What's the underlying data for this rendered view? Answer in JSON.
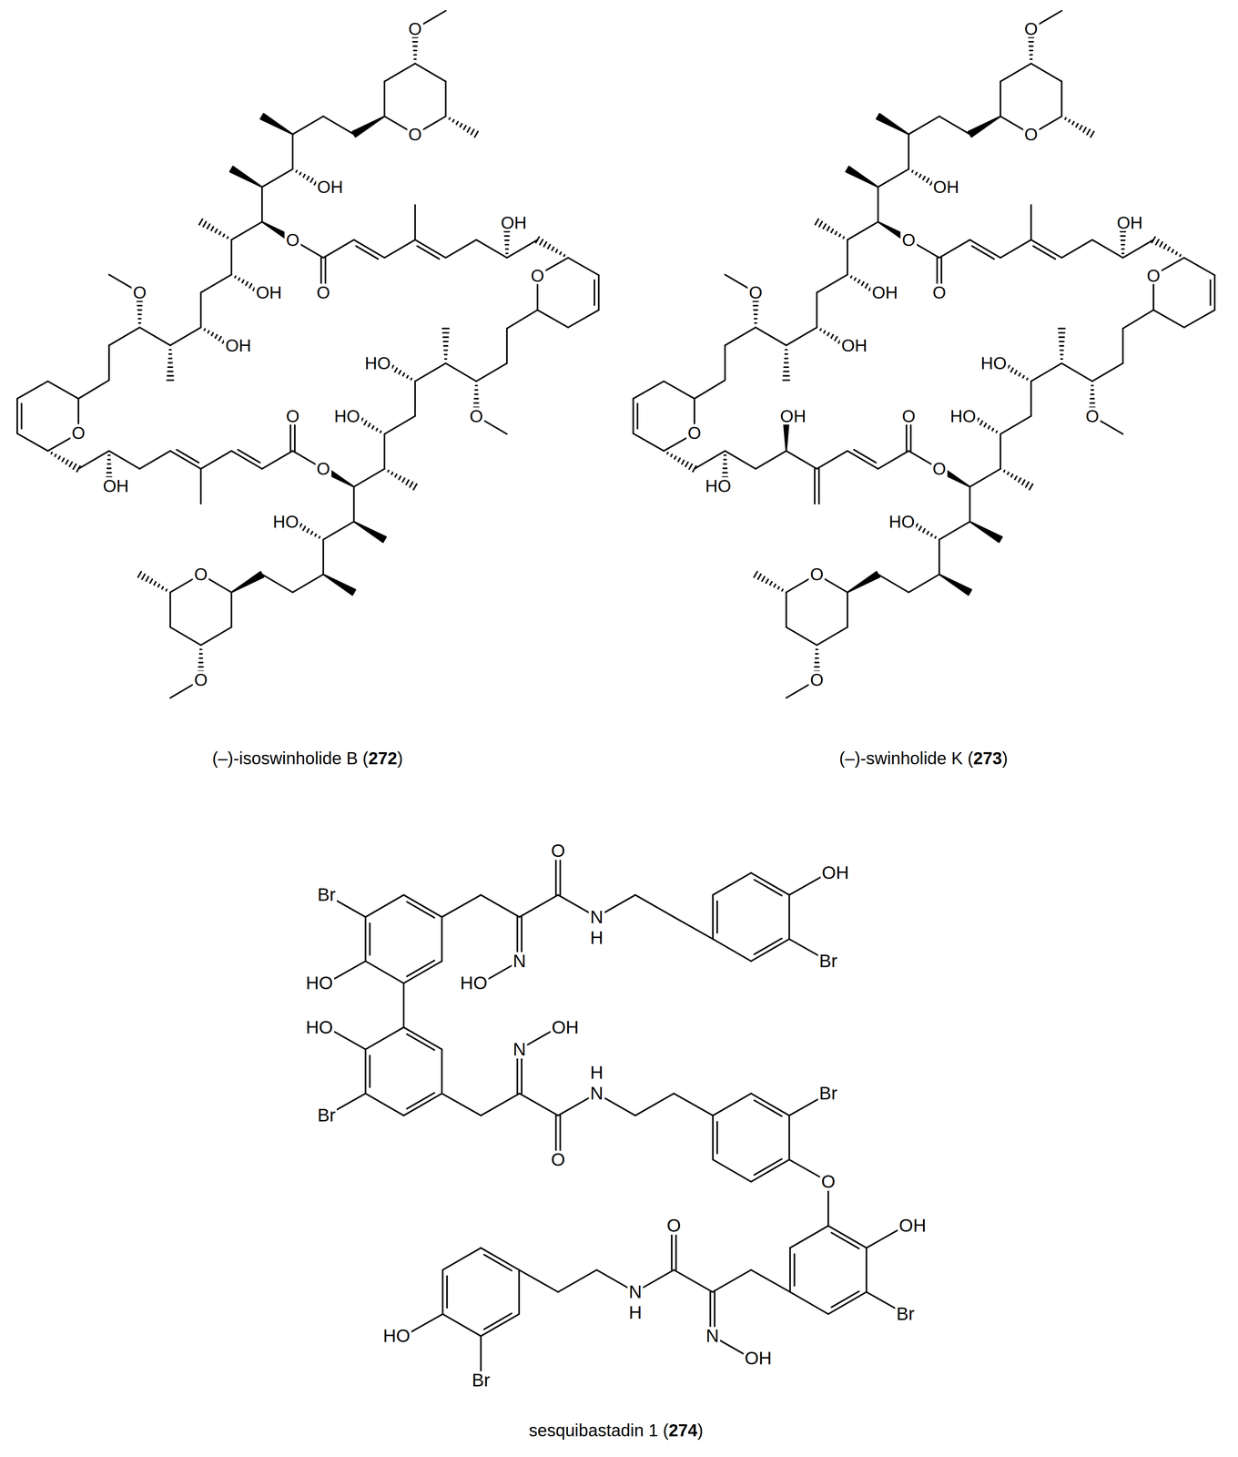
{
  "diagram": {
    "labels": [
      "O",
      "O",
      "OH",
      "OH",
      "O",
      "O",
      "O",
      "OH",
      "O",
      "OH",
      "HO",
      "O",
      "HO",
      "O",
      "O",
      "O",
      "OH",
      "HO",
      "O",
      "O",
      "(–)-isoswinholide B (272)",
      "O",
      "O",
      "OH",
      "OH",
      "O",
      "O",
      "O",
      "OH",
      "O",
      "OH",
      "HO",
      "OH",
      "O",
      "HO",
      "O",
      "O",
      "O",
      "HO",
      "HO",
      "O",
      "O",
      "(–)-swinholide K (273)",
      "O",
      "OH",
      "Br",
      "N",
      "H",
      "N",
      "Br",
      "HO",
      "HO",
      "HO",
      "OH",
      "N",
      "H",
      "N",
      "Br",
      "Br",
      "O",
      "O",
      "O",
      "OH",
      "N",
      "Br",
      "H",
      "HO",
      "N",
      "OH",
      "Br",
      "sesquibastadin 1 (274)"
    ]
  }
}
